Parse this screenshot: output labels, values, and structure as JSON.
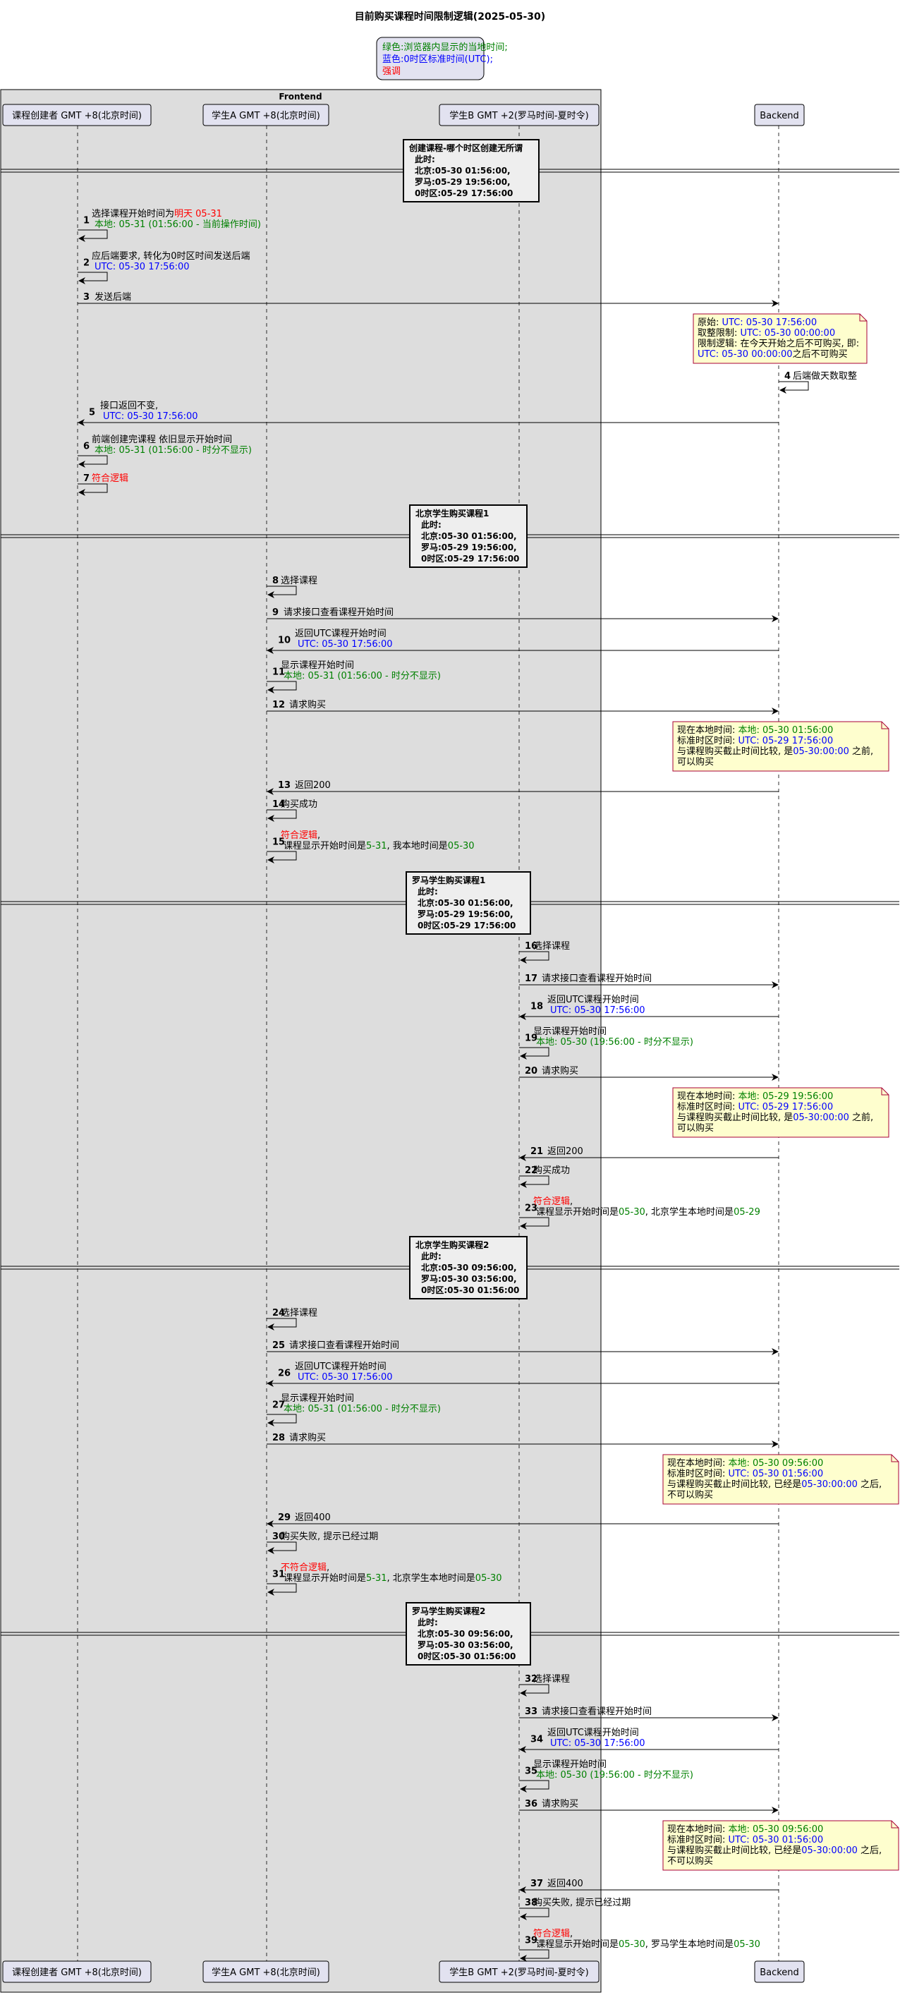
{
  "title": "目前购买课程时间限制逻辑(2025-05-30)",
  "colors": {
    "green": "#008000",
    "blue": "#0000ff",
    "red": "#ff0000",
    "frame_bg": "#dddddd",
    "participant_bg": "#e2e2f0",
    "note_bg": "#fefece",
    "note_border": "#a80036"
  },
  "legend": [
    {
      "text": "绿色:浏览器内显示的当地时间;",
      "color": "green"
    },
    {
      "text": "蓝色:0时区标准时间(UTC);",
      "color": "blue"
    },
    {
      "text": "强调",
      "color": "red"
    }
  ],
  "frame_label": "Frontend",
  "participants": [
    {
      "id": "creator",
      "label": "课程创建者 GMT +8(北京时间)"
    },
    {
      "id": "stuA",
      "label": "学生A GMT +8(北京时间)"
    },
    {
      "id": "stuB",
      "label": "学生B GMT +2(罗马时间-夏时令)"
    },
    {
      "id": "backend",
      "label": "Backend"
    }
  ],
  "dividers": [
    {
      "lines": [
        "创建课程-哪个时区创建无所谓",
        "此时:",
        "北京:05-30 01:56:00,",
        "罗马:05-29 19:56:00,",
        "0时区:05-29 17:56:00"
      ]
    },
    {
      "lines": [
        "北京学生购买课程1",
        "此时:",
        "北京:05-30 01:56:00,",
        "罗马:05-29 19:56:00,",
        "0时区:05-29 17:56:00"
      ]
    },
    {
      "lines": [
        "罗马学生购买课程1",
        "此时:",
        "北京:05-30 01:56:00,",
        "罗马:05-29 19:56:00,",
        "0时区:05-29 17:56:00"
      ]
    },
    {
      "lines": [
        "北京学生购买课程2",
        "此时:",
        "北京:05-30 09:56:00,",
        "罗马:05-30 03:56:00,",
        "0时区:05-30 01:56:00"
      ]
    },
    {
      "lines": [
        "罗马学生购买课程2",
        "此时:",
        "北京:05-30 09:56:00,",
        "罗马:05-30 03:56:00,",
        "0时区:05-30 01:56:00"
      ]
    }
  ],
  "messages": [
    {
      "num": "1",
      "lines": [
        [
          {
            "t": "选择课程开始时间为"
          },
          {
            "t": "明天 05-31",
            "c": "red"
          }
        ],
        [
          {
            "t": "本地: 05-31 (01:56:00 - 当前操作时间)",
            "c": "green"
          }
        ]
      ]
    },
    {
      "num": "2",
      "lines": [
        [
          {
            "t": "应后端要求, 转化为0时区时间发送后端"
          }
        ],
        [
          {
            "t": "UTC: 05-30 17:56:00",
            "c": "blue"
          }
        ]
      ]
    },
    {
      "num": "3",
      "lines": [
        [
          {
            "t": "发送后端"
          }
        ]
      ]
    },
    {
      "num": "4",
      "lines": [
        [
          {
            "t": "后端做天数取整"
          }
        ]
      ]
    },
    {
      "num": "5",
      "lines": [
        [
          {
            "t": "接口返回不变,"
          }
        ],
        [
          {
            "t": "UTC: 05-30 17:56:00",
            "c": "blue"
          }
        ]
      ]
    },
    {
      "num": "6",
      "lines": [
        [
          {
            "t": "前端创建完课程 依旧显示开始时间"
          }
        ],
        [
          {
            "t": "本地: 05-31 (01:56:00 - 时分不显示)",
            "c": "green"
          }
        ]
      ]
    },
    {
      "num": "7",
      "lines": [
        [
          {
            "t": "符合逻辑",
            "c": "red"
          }
        ]
      ]
    },
    {
      "num": "8",
      "lines": [
        [
          {
            "t": "选择课程"
          }
        ]
      ]
    },
    {
      "num": "9",
      "lines": [
        [
          {
            "t": "请求接口查看课程开始时间"
          }
        ]
      ]
    },
    {
      "num": "10",
      "lines": [
        [
          {
            "t": "返回UTC课程开始时间"
          }
        ],
        [
          {
            "t": "UTC: 05-30 17:56:00",
            "c": "blue"
          }
        ]
      ]
    },
    {
      "num": "11",
      "lines": [
        [
          {
            "t": "显示课程开始时间"
          }
        ],
        [
          {
            "t": "本地: 05-31 (01:56:00 - 时分不显示)",
            "c": "green"
          }
        ]
      ]
    },
    {
      "num": "12",
      "lines": [
        [
          {
            "t": "请求购买"
          }
        ]
      ]
    },
    {
      "num": "13",
      "lines": [
        [
          {
            "t": "返回200"
          }
        ]
      ]
    },
    {
      "num": "14",
      "lines": [
        [
          {
            "t": "购买成功"
          }
        ]
      ]
    },
    {
      "num": "15",
      "lines": [
        [
          {
            "t": "符合逻辑",
            "c": "red"
          },
          {
            "t": ","
          }
        ],
        [
          {
            "t": "课程显示开始时间是"
          },
          {
            "t": "5-31",
            "c": "green"
          },
          {
            "t": ", 我本地时间是"
          },
          {
            "t": "05-30",
            "c": "green"
          }
        ]
      ]
    },
    {
      "num": "16",
      "lines": [
        [
          {
            "t": "选择课程"
          }
        ]
      ]
    },
    {
      "num": "17",
      "lines": [
        [
          {
            "t": "请求接口查看课程开始时间"
          }
        ]
      ]
    },
    {
      "num": "18",
      "lines": [
        [
          {
            "t": "返回UTC课程开始时间"
          }
        ],
        [
          {
            "t": "UTC: 05-30 17:56:00",
            "c": "blue"
          }
        ]
      ]
    },
    {
      "num": "19",
      "lines": [
        [
          {
            "t": "显示课程开始时间"
          }
        ],
        [
          {
            "t": "本地: 05-30 (19:56:00 - 时分不显示)",
            "c": "green"
          }
        ]
      ]
    },
    {
      "num": "20",
      "lines": [
        [
          {
            "t": "请求购买"
          }
        ]
      ]
    },
    {
      "num": "21",
      "lines": [
        [
          {
            "t": "返回200"
          }
        ]
      ]
    },
    {
      "num": "22",
      "lines": [
        [
          {
            "t": "购买成功"
          }
        ]
      ]
    },
    {
      "num": "23",
      "lines": [
        [
          {
            "t": "符合逻辑",
            "c": "red"
          },
          {
            "t": ","
          }
        ],
        [
          {
            "t": "课程显示开始时间是"
          },
          {
            "t": "05-30",
            "c": "green"
          },
          {
            "t": ", 北京学生本地时间是"
          },
          {
            "t": "05-29",
            "c": "green"
          }
        ]
      ]
    },
    {
      "num": "24",
      "lines": [
        [
          {
            "t": "选择课程"
          }
        ]
      ]
    },
    {
      "num": "25",
      "lines": [
        [
          {
            "t": "请求接口查看课程开始时间"
          }
        ]
      ]
    },
    {
      "num": "26",
      "lines": [
        [
          {
            "t": "返回UTC课程开始时间"
          }
        ],
        [
          {
            "t": "UTC: 05-30 17:56:00",
            "c": "blue"
          }
        ]
      ]
    },
    {
      "num": "27",
      "lines": [
        [
          {
            "t": "显示课程开始时间"
          }
        ],
        [
          {
            "t": "本地: 05-31 (01:56:00 - 时分不显示)",
            "c": "green"
          }
        ]
      ]
    },
    {
      "num": "28",
      "lines": [
        [
          {
            "t": "请求购买"
          }
        ]
      ]
    },
    {
      "num": "29",
      "lines": [
        [
          {
            "t": "返回400"
          }
        ]
      ]
    },
    {
      "num": "30",
      "lines": [
        [
          {
            "t": "购买失败, 提示已经过期"
          }
        ]
      ]
    },
    {
      "num": "31",
      "lines": [
        [
          {
            "t": "不符合逻辑",
            "c": "red"
          },
          {
            "t": ","
          }
        ],
        [
          {
            "t": "课程显示开始时间是"
          },
          {
            "t": "5-31",
            "c": "green"
          },
          {
            "t": ", 北京学生本地时间是"
          },
          {
            "t": "05-30",
            "c": "green"
          }
        ]
      ]
    },
    {
      "num": "32",
      "lines": [
        [
          {
            "t": "选择课程"
          }
        ]
      ]
    },
    {
      "num": "33",
      "lines": [
        [
          {
            "t": "请求接口查看课程开始时间"
          }
        ]
      ]
    },
    {
      "num": "34",
      "lines": [
        [
          {
            "t": "返回UTC课程开始时间"
          }
        ],
        [
          {
            "t": "UTC: 05-30 17:56:00",
            "c": "blue"
          }
        ]
      ]
    },
    {
      "num": "35",
      "lines": [
        [
          {
            "t": "显示课程开始时间"
          }
        ],
        [
          {
            "t": "本地: 05-30 (19:56:00 - 时分不显示)",
            "c": "green"
          }
        ]
      ]
    },
    {
      "num": "36",
      "lines": [
        [
          {
            "t": "请求购买"
          }
        ]
      ]
    },
    {
      "num": "37",
      "lines": [
        [
          {
            "t": "返回400"
          }
        ]
      ]
    },
    {
      "num": "38",
      "lines": [
        [
          {
            "t": "购买失败, 提示已经过期"
          }
        ]
      ]
    },
    {
      "num": "39",
      "lines": [
        [
          {
            "t": "符合逻辑",
            "c": "red"
          },
          {
            "t": ","
          }
        ],
        [
          {
            "t": "课程显示开始时间是"
          },
          {
            "t": "05-30",
            "c": "green"
          },
          {
            "t": ", 罗马学生本地时间是"
          },
          {
            "t": "05-30",
            "c": "green"
          }
        ]
      ]
    }
  ],
  "notes": [
    {
      "lines": [
        [
          {
            "t": "原始: "
          },
          {
            "t": "UTC: 05-30 17:56:00",
            "c": "blue"
          }
        ],
        [
          {
            "t": "取整限制: "
          },
          {
            "t": "UTC: 05-30 00:00:00",
            "c": "blue"
          }
        ],
        [
          {
            "t": "限制逻辑: 在今天开始之后不可购买, 即:"
          }
        ],
        [
          {
            "t": "UTC: 05-30 00:00:00",
            "c": "blue"
          },
          {
            "t": "之后不可购买"
          }
        ]
      ]
    },
    {
      "lines": [
        [
          {
            "t": "现在本地时间: "
          },
          {
            "t": "本地: 05-30 01:56:00",
            "c": "green"
          }
        ],
        [
          {
            "t": "标准时区时间: "
          },
          {
            "t": "UTC: 05-29 17:56:00",
            "c": "blue"
          }
        ],
        [
          {
            "t": "与课程购买截止时间比较, 是"
          },
          {
            "t": "05-30:00:00",
            "c": "blue"
          },
          {
            "t": " 之前,"
          }
        ],
        [
          {
            "t": "可以购买"
          }
        ]
      ]
    },
    {
      "lines": [
        [
          {
            "t": "现在本地时间: "
          },
          {
            "t": "本地: 05-29 19:56:00",
            "c": "green"
          }
        ],
        [
          {
            "t": "标准时区时间: "
          },
          {
            "t": "UTC: 05-29 17:56:00",
            "c": "blue"
          }
        ],
        [
          {
            "t": "与课程购买截止时间比较, 是"
          },
          {
            "t": "05-30:00:00",
            "c": "blue"
          },
          {
            "t": " 之前,"
          }
        ],
        [
          {
            "t": "可以购买"
          }
        ]
      ]
    },
    {
      "lines": [
        [
          {
            "t": "现在本地时间: "
          },
          {
            "t": "本地: 05-30 09:56:00",
            "c": "green"
          }
        ],
        [
          {
            "t": "标准时区时间: "
          },
          {
            "t": "UTC: 05-30 01:56:00",
            "c": "blue"
          }
        ],
        [
          {
            "t": "与课程购买截止时间比较, 已经是"
          },
          {
            "t": "05-30:00:00",
            "c": "blue"
          },
          {
            "t": " 之后,"
          }
        ],
        [
          {
            "t": "不可以购买"
          }
        ]
      ]
    },
    {
      "lines": [
        [
          {
            "t": "现在本地时间: "
          },
          {
            "t": "本地: 05-30 09:56:00",
            "c": "green"
          }
        ],
        [
          {
            "t": "标准时区时间: "
          },
          {
            "t": "UTC: 05-30 01:56:00",
            "c": "blue"
          }
        ],
        [
          {
            "t": "与课程购买截止时间比较, 已经是"
          },
          {
            "t": "05-30:00:00",
            "c": "blue"
          },
          {
            "t": " 之后,"
          }
        ],
        [
          {
            "t": "不可以购买"
          }
        ]
      ]
    }
  ]
}
